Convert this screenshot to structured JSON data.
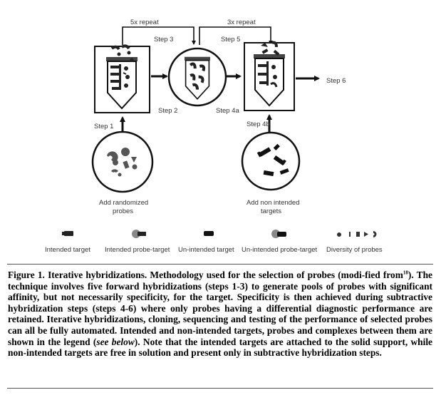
{
  "figure": {
    "repeat_labels": {
      "left": "5x repeat",
      "right": "3x repeat"
    },
    "steps": {
      "step1": "Step 1",
      "step2": "Step 2",
      "step3": "Step 3",
      "step4a": "Step 4a",
      "step4b": "Step 4b",
      "step5": "Step 5",
      "step6": "Step 6"
    },
    "bottom_labels": {
      "left_line1": "Add randomized",
      "left_line2": "probes",
      "right_line1": "Add non intended",
      "right_line2": "targets"
    },
    "legend": [
      {
        "label": "Intended target",
        "icon": "intended-target-icon"
      },
      {
        "label": "Intended probe-target",
        "icon": "intended-probe-target-icon"
      },
      {
        "label": "Un-intended target",
        "icon": "unintended-target-icon"
      },
      {
        "label": "Un-intended probe-target",
        "icon": "unintended-probe-target-icon"
      },
      {
        "label": "Diversity of probes",
        "icon": "probe-diversity-icon"
      }
    ]
  },
  "caption": {
    "title": "Figure 1. Iterative hybridizations. Methodology used for the selection of probes (modi-fied from",
    "ref": "18",
    "body1": "). The technique involves five forward hybridizations (steps 1-3) to generate pools of probes with significant affinity, but not necessarily specificity, for the target. Specificity is then achieved during subtractive hybridization steps (steps 4-6) where only probes having a differential diagnostic performance are retained. Iterative hybridizations, cloning, sequencing and testing of the performance of selected probes can all be fully automated. Intended and non-intended targets, probes and complexes between them are shown in the legend (",
    "see_below": "see below",
    "body2": "). Note that the intended targets are attached to the solid support, while non-intended targets are free in solution and present only in subtractive hybridization steps."
  }
}
